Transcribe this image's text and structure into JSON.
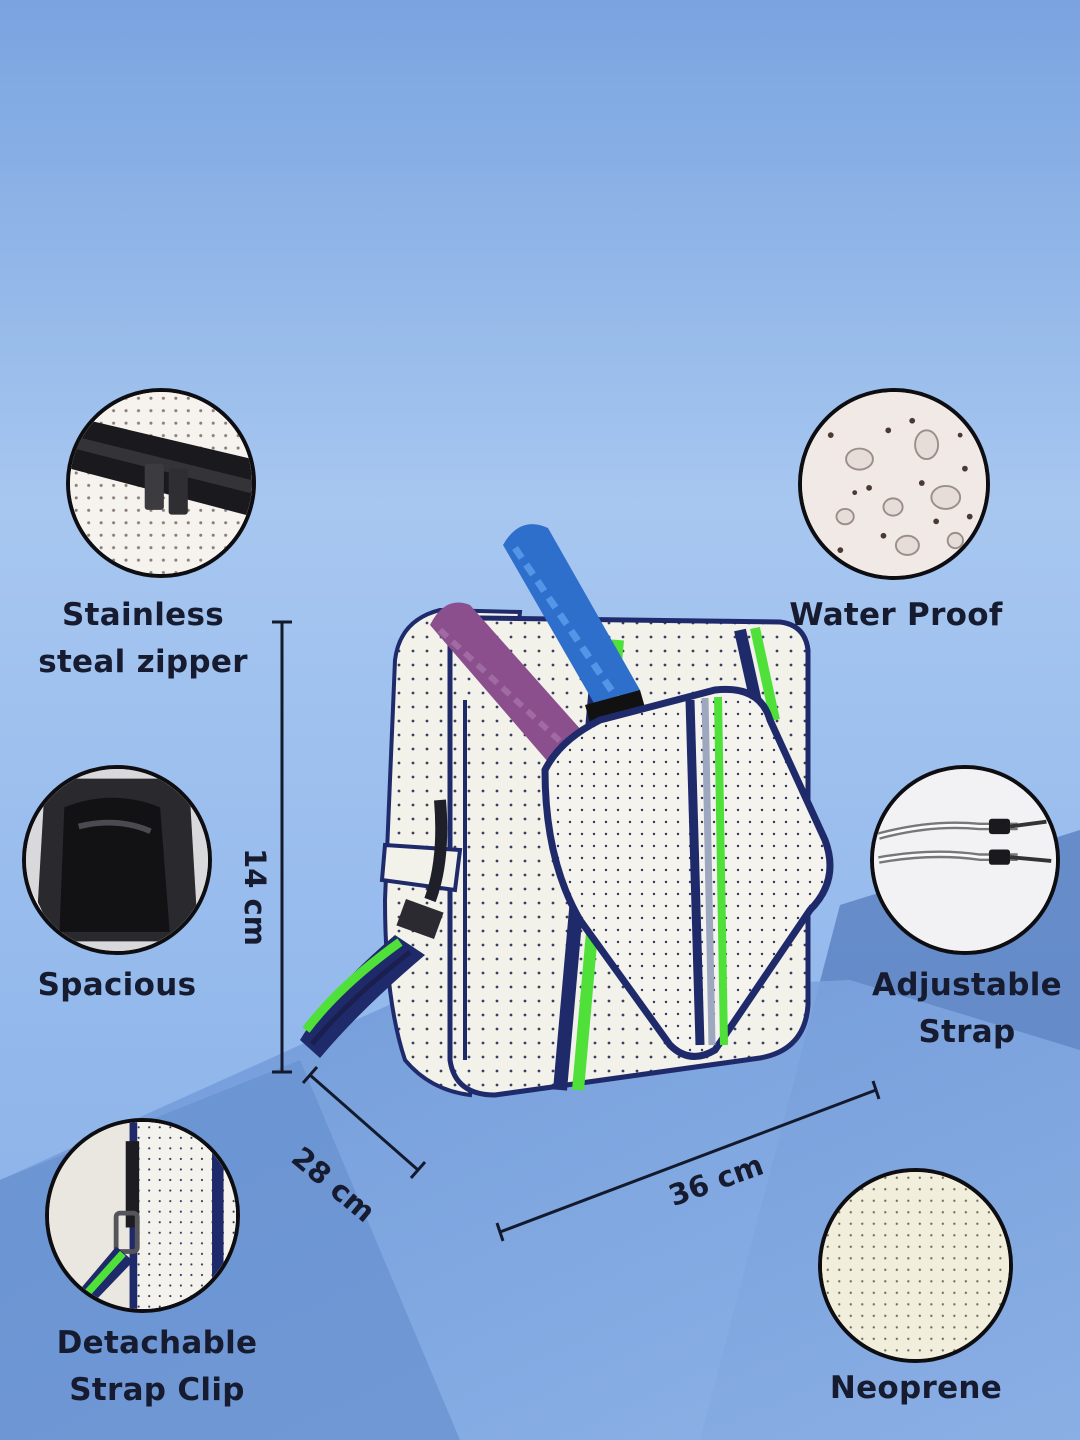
{
  "features": {
    "zipper": {
      "line1": "Stainless",
      "line2": "steal zipper",
      "icon": "zipper-icon"
    },
    "spacious": {
      "line1": "Spacious",
      "icon": "bag-interior-icon"
    },
    "clip": {
      "line1": "Detachable",
      "line2": "Strap Clip",
      "icon": "strap-clip-icon"
    },
    "water": {
      "line1": "Water Proof",
      "icon": "water-drops-icon"
    },
    "strap": {
      "line1": "Adjustable",
      "line2": "Strap",
      "icon": "adjustable-strap-icon"
    },
    "neoprene": {
      "line1": "Neoprene",
      "icon": "neoprene-texture-icon"
    }
  },
  "dimensions": {
    "height": "14 cm",
    "depth": "28 cm",
    "width": "36 cm"
  },
  "colors": {
    "background_light": "#a9c9f0",
    "background_mid": "#7fa9e3",
    "background_dark": "#5f86c5",
    "accent_green": "#4fe03a",
    "trim_navy": "#1f2a6b",
    "bag_white": "#f2f1ea"
  }
}
